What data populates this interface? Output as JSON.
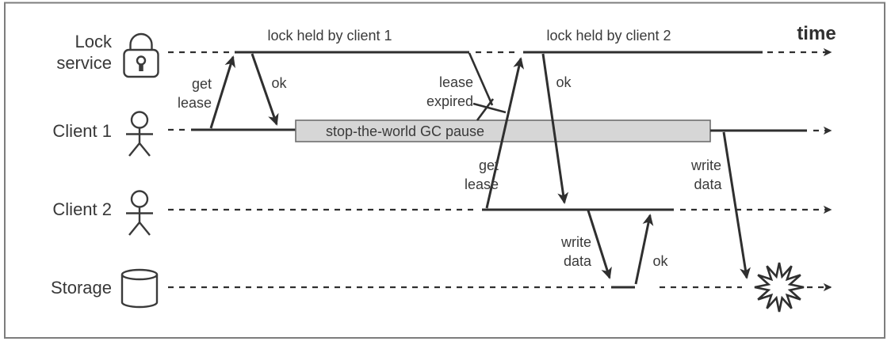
{
  "colors": {
    "ink": "#2f2f2f",
    "text": "#3a3a3a",
    "gc_box_fill": "#d6d6d6",
    "gc_box_border": "#6e6e6e",
    "frame_border": "#7d7d7d",
    "background": "#ffffff"
  },
  "lanes": {
    "lock_service": {
      "label_line1": "Lock",
      "label_line2": "service",
      "icon": "padlock-icon"
    },
    "client1": {
      "label": "Client 1",
      "icon": "person-icon"
    },
    "client2": {
      "label": "Client 2",
      "icon": "person-icon"
    },
    "storage": {
      "label": "Storage",
      "icon": "database-cylinder-icon"
    }
  },
  "annotations": {
    "lock_held_by_client1": "lock held by client 1",
    "lock_held_by_client2": "lock held by client 2",
    "time_label": "time",
    "gc_pause": "stop-the-world GC pause",
    "lease_expired_line1": "lease",
    "lease_expired_line2": "expired"
  },
  "messages": {
    "client1_get_lease_line1": "get",
    "client1_get_lease_line2": "lease",
    "client1_ok": "ok",
    "client2_get_lease_line1": "get",
    "client2_get_lease_line2": "lease",
    "client2_ok": "ok",
    "client2_write_line1": "write",
    "client2_write_line2": "data",
    "storage_ok": "ok",
    "client1_write_line1": "write",
    "client1_write_line2": "data"
  }
}
